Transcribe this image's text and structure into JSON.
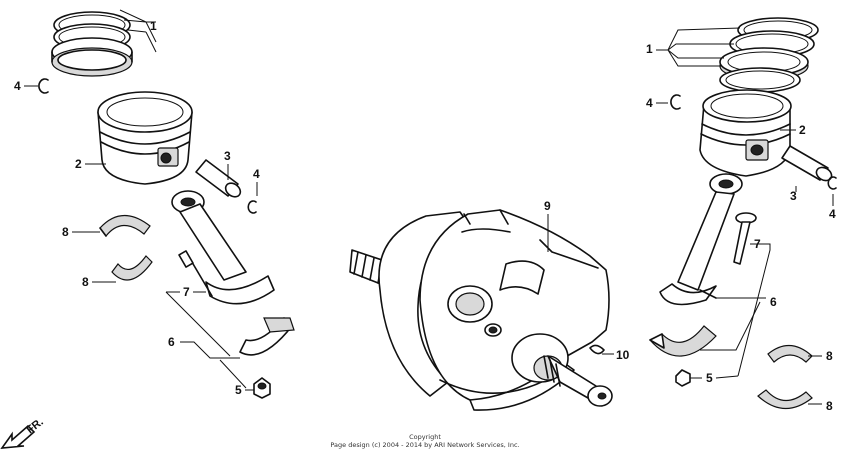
{
  "callouts": {
    "left": {
      "piston_rings": "1",
      "piston": "2",
      "piston_pin": "3",
      "pin_clip_upper": "4",
      "rod_bearing_upper": "8",
      "rod_bearing_lower": "8",
      "rod_bolt": "7",
      "connecting_rod": "6",
      "rod_nut": "5"
    },
    "right": {
      "piston_rings": "1",
      "piston_clip": "4",
      "piston": "2",
      "piston_pin": "3",
      "pin_clip": "4",
      "rod_bolt": "7",
      "connecting_rod": "6",
      "rod_nut": "5",
      "bearing_upper": "8",
      "bearing_lower": "8"
    },
    "crankshaft": "9",
    "woodruff_key": "10"
  },
  "direction_arrow": {
    "label": "FR.",
    "icon": "front-arrow-icon"
  },
  "copyright": {
    "line1": "Copyright",
    "line2": "Page design (c) 2004 - 2014 by ARI Network Services, Inc."
  }
}
